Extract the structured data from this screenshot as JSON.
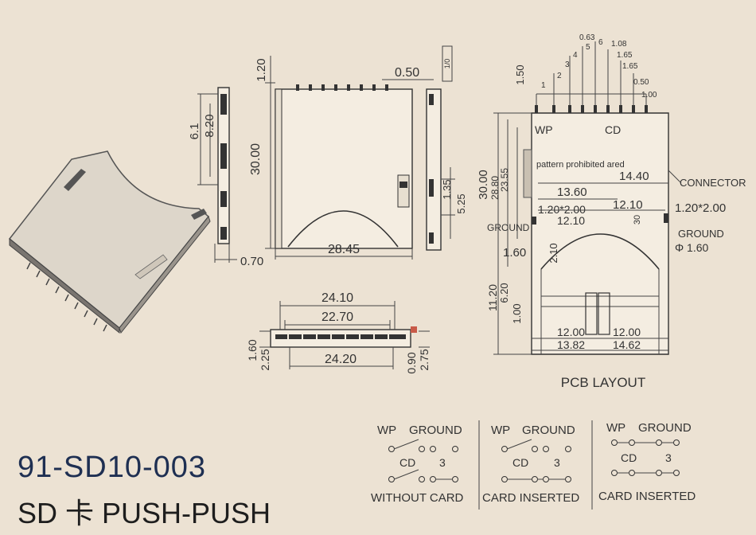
{
  "part_number": "91-SD10-003",
  "subtitle": "SD 卡 PUSH-PUSH",
  "side_view": {
    "dims": [
      "1.20",
      "8.20",
      "6.1",
      "0.70"
    ]
  },
  "front_view": {
    "dims": [
      "0.50",
      "30.00",
      "28.45"
    ]
  },
  "edge_view": {
    "dims": [
      "1.35",
      "5.25"
    ],
    "mark": "1/0"
  },
  "bottom_view": {
    "dims": [
      "24.10",
      "22.70",
      "24.20",
      "1.60",
      "2.25",
      "0.90",
      "2.75"
    ]
  },
  "pcb": {
    "caption": "PCB LAYOUT",
    "top_dims": [
      "0.63",
      "1.08",
      "1.65",
      "1.65",
      "0.50",
      "1.00",
      "1.50",
      "1",
      "2",
      "3",
      "4",
      "5",
      "6"
    ],
    "labels": {
      "wp": "WP",
      "cd": "CD",
      "pattern": "pattern prohibited ared",
      "connector": "CONNECTOR",
      "ground_left": "GROUND",
      "ground_right": "GROUND"
    },
    "dims": [
      "14.40",
      "13.60",
      "12.10",
      "1.20*2.00",
      "12.10",
      "1.20*2.00",
      "30.00",
      "28.80",
      "23.55",
      "1.60",
      "2.10",
      "30",
      "Φ 1.60",
      "11.20",
      "6.20",
      "1.00",
      "12.00",
      "12.00",
      "13.82",
      "14.62"
    ]
  },
  "switch_diagrams": [
    {
      "wp": "WP",
      "ground": "GROUND",
      "cd": "CD",
      "three": "3",
      "caption": "WITHOUT CARD"
    },
    {
      "wp": "WP",
      "ground": "GROUND",
      "cd": "CD",
      "three": "3",
      "caption": "CARD INSERTED"
    },
    {
      "wp": "WP",
      "ground": "GROUND",
      "cd": "CD",
      "three": "3",
      "caption": "CARD INSERTED"
    }
  ]
}
